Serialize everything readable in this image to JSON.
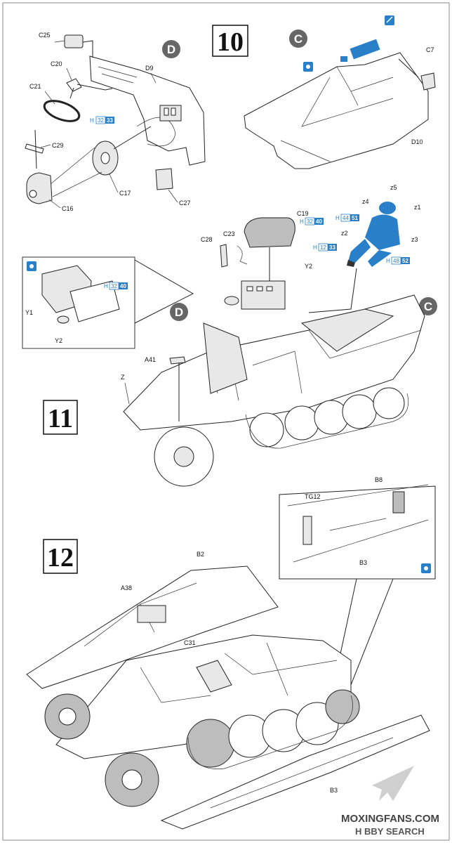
{
  "steps": [
    {
      "number": "10"
    },
    {
      "number": "11"
    },
    {
      "number": "12"
    }
  ],
  "markers": {
    "D": "D",
    "C": "C"
  },
  "step10_labels": {
    "C25": "C25",
    "C20": "C20",
    "C21": "C21",
    "C29": "C29",
    "C16": "C16",
    "C17": "C17",
    "C27": "C27",
    "D9": "D9",
    "C7": "C7",
    "D10": "D10"
  },
  "step11_labels": {
    "C19": "C19",
    "C28": "C28",
    "C23": "C23",
    "Y2": "Y2",
    "Y1": "Y1",
    "Y2b": "Y2",
    "A41": "A41",
    "Z": "Z",
    "z1": "z1",
    "z2": "z2",
    "z3": "z3",
    "z4": "z4",
    "z5": "z5"
  },
  "step12_labels": {
    "B2": "B2",
    "A38": "A38",
    "C31": "C31",
    "B3": "B3",
    "B3b": "B3",
    "B8": "B8",
    "TG12": "TG12"
  },
  "color_refs": [
    {
      "id": "c21",
      "h": "H",
      "a": "32",
      "b": "33"
    },
    {
      "id": "c19",
      "h": "H",
      "a": "32",
      "b": "40"
    },
    {
      "id": "y1",
      "h": "H",
      "a": "32",
      "b": "40"
    },
    {
      "id": "z1",
      "h": "H",
      "a": "44",
      "b": "51"
    },
    {
      "id": "z2",
      "h": "H",
      "a": "12",
      "b": "33"
    },
    {
      "id": "z3",
      "h": "H",
      "a": "48",
      "b": "52"
    }
  ],
  "watermark": {
    "site": "MOXINGFANS.COM",
    "brand": "H BBY SEARCH"
  },
  "colors": {
    "accent_blue": "#2a7fc9",
    "marker_gray": "#666666",
    "line": "#222222"
  }
}
